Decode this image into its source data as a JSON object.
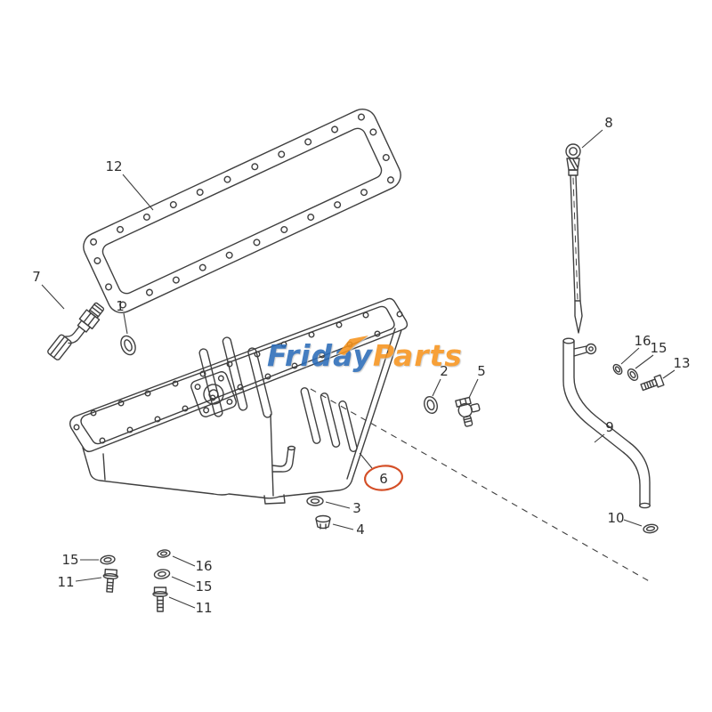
{
  "diagram": {
    "background": "#ffffff",
    "stroke_color": "#3f3f3f",
    "highlight_color": "#d44f27",
    "watermark": {
      "first": "Friday",
      "second": "Parts",
      "first_color": "#2b6cb8",
      "second_color": "#f7941d"
    },
    "labels": {
      "n1": "1",
      "n2": "2",
      "n3": "3",
      "n4": "4",
      "n5": "5",
      "n6": "6",
      "n7": "7",
      "n8": "8",
      "n9": "9",
      "n10": "10",
      "n11": "11",
      "n12": "12",
      "n13": "13",
      "n15": "15",
      "n16": "16"
    }
  }
}
